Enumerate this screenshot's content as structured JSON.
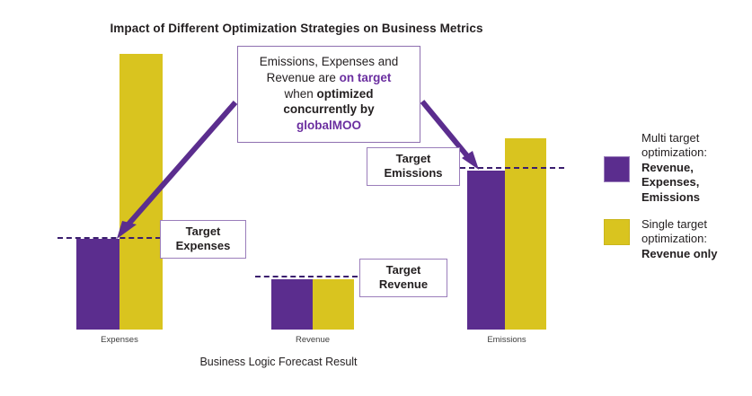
{
  "chart_data": {
    "type": "bar",
    "title": "Impact of Different Optimization Strategies on Business Metrics",
    "xlabel": "Business Logic Forecast Result",
    "ylabel": "",
    "categories": [
      "Expenses",
      "Revenue",
      "Emissions"
    ],
    "grid": false,
    "legend_position": "right",
    "ylim": [
      0,
      100
    ],
    "series": [
      {
        "name": "Multi target optimization: Revenue, Expenses, Emissions",
        "short_name": "Multi target optimization",
        "color": "#5B2D8E",
        "values": [
          33,
          19,
          58
        ]
      },
      {
        "name": "Single target optimization: Revenue only",
        "short_name": "Single target optimization",
        "color": "#D9C41F",
        "values": [
          100,
          19,
          70
        ]
      }
    ],
    "target_lines": [
      {
        "category": "Expenses",
        "label": "Target Expenses",
        "value": 33,
        "style": "dashed",
        "color": "#3B1E6E"
      },
      {
        "category": "Revenue",
        "label": "Target Revenue",
        "value": 20,
        "style": "dashed",
        "color": "#3B1E6E"
      },
      {
        "category": "Emissions",
        "label": "Target Emissions",
        "value": 59,
        "style": "dashed",
        "color": "#3B1E6E"
      }
    ],
    "annotations": [
      {
        "id": "callout",
        "text": "Emissions, Expenses and Revenue are on target when optimized concurrently by globalMOO",
        "arrows_to": [
          "Target Expenses",
          "Target Emissions"
        ]
      }
    ]
  },
  "chart": {
    "title": "Impact of Different Optimization Strategies on Business Metrics",
    "axis_title": "Business Logic Forecast Result",
    "categories": [
      {
        "label": "Expenses"
      },
      {
        "label": "Revenue"
      },
      {
        "label": "Emissions"
      }
    ],
    "colors": {
      "purple": "#5B2D8E",
      "yellow": "#D9C41F",
      "target_line": "#3B1E6E",
      "box_border": "#9B7EBB",
      "accent_text": "#6B2FA0"
    }
  },
  "callout": {
    "line1": "Emissions, Expenses and",
    "line2_pre": "Revenue are ",
    "line2_accent": "on target",
    "line3_pre": "when ",
    "line3_strong": "optimized",
    "line4_strong": "concurrently by",
    "line5_brand": "globalMOO"
  },
  "target_boxes": {
    "expenses": {
      "line1": "Target",
      "line2": "Expenses"
    },
    "emissions": {
      "line1": "Target",
      "line2": "Emissions"
    },
    "revenue": {
      "line1": "Target",
      "line2": "Revenue"
    }
  },
  "legend": {
    "multi": {
      "line1": "Multi target",
      "line2": "optimization:",
      "line3": "Revenue,",
      "line4": "Expenses,",
      "line5": "Emissions"
    },
    "single": {
      "line1": "Single target",
      "line2": "optimization:",
      "line3": "Revenue only"
    }
  }
}
